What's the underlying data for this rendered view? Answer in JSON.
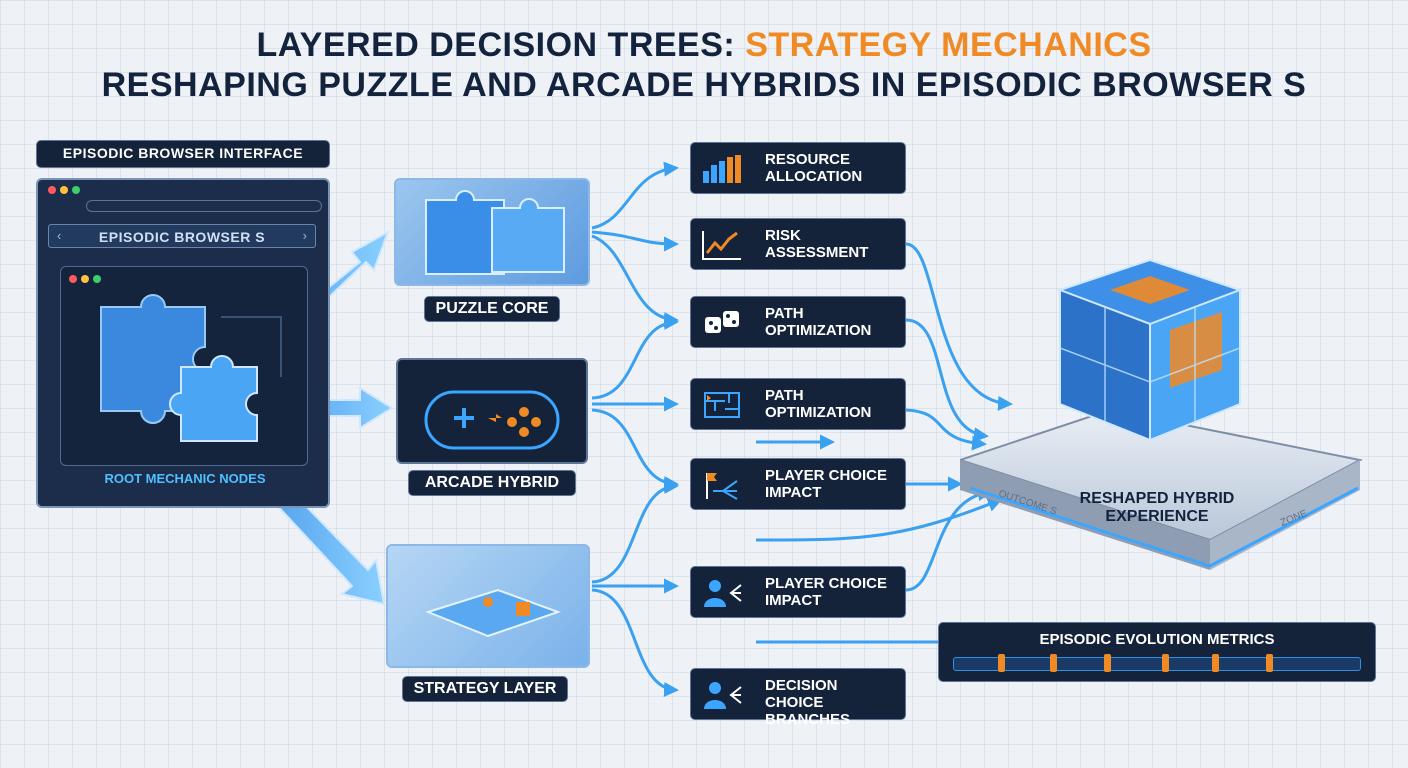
{
  "title": {
    "line1_prefix": "LAYERED DECISION TREES: ",
    "line1_accent": "STRATEGY MECHANICS",
    "line2": "RESHAPING PUZZLE AND ARCADE HYBRIDS IN EPISODIC BROWSER S"
  },
  "browser": {
    "panel_label": "EPISODIC BROWSER INTERFACE",
    "tab_label": "EPISODIC BROWSER S",
    "root_label": "ROOT MECHANIC NODES"
  },
  "nodes": {
    "puzzle": "PUZZLE CORE",
    "arcade": "ARCADE HYBRID",
    "strategy": "STRATEGY LAYER"
  },
  "options": [
    {
      "label": "RESOURCE ALLOCATION",
      "icon": "bar-chart-icon"
    },
    {
      "label": "RISK ASSESSMENT",
      "icon": "line-chart-icon"
    },
    {
      "label": "PATH OPTIMIZATION",
      "icon": "dice-icon"
    },
    {
      "label": "PATH OPTIMIZATION",
      "icon": "maze-icon"
    },
    {
      "label": "PLAYER CHOICE IMPACT",
      "icon": "branch-flag-icon"
    },
    {
      "label": "PLAYER CHOICE IMPACT",
      "icon": "user-branch-icon"
    },
    {
      "label": "DECISION CHOICE BRANCHES",
      "icon": "user-branch-icon"
    }
  ],
  "outcome": {
    "label": "RESHAPED HYBRID EXPERIENCE",
    "edge_left": "OUTCOME S",
    "edge_right": "ZONE"
  },
  "metrics": {
    "label": "EPISODIC EVOLUTION METRICS"
  },
  "colors": {
    "navy": "#13233d",
    "accent_orange": "#f08a24",
    "arrow_blue": "#3aa0f0"
  }
}
